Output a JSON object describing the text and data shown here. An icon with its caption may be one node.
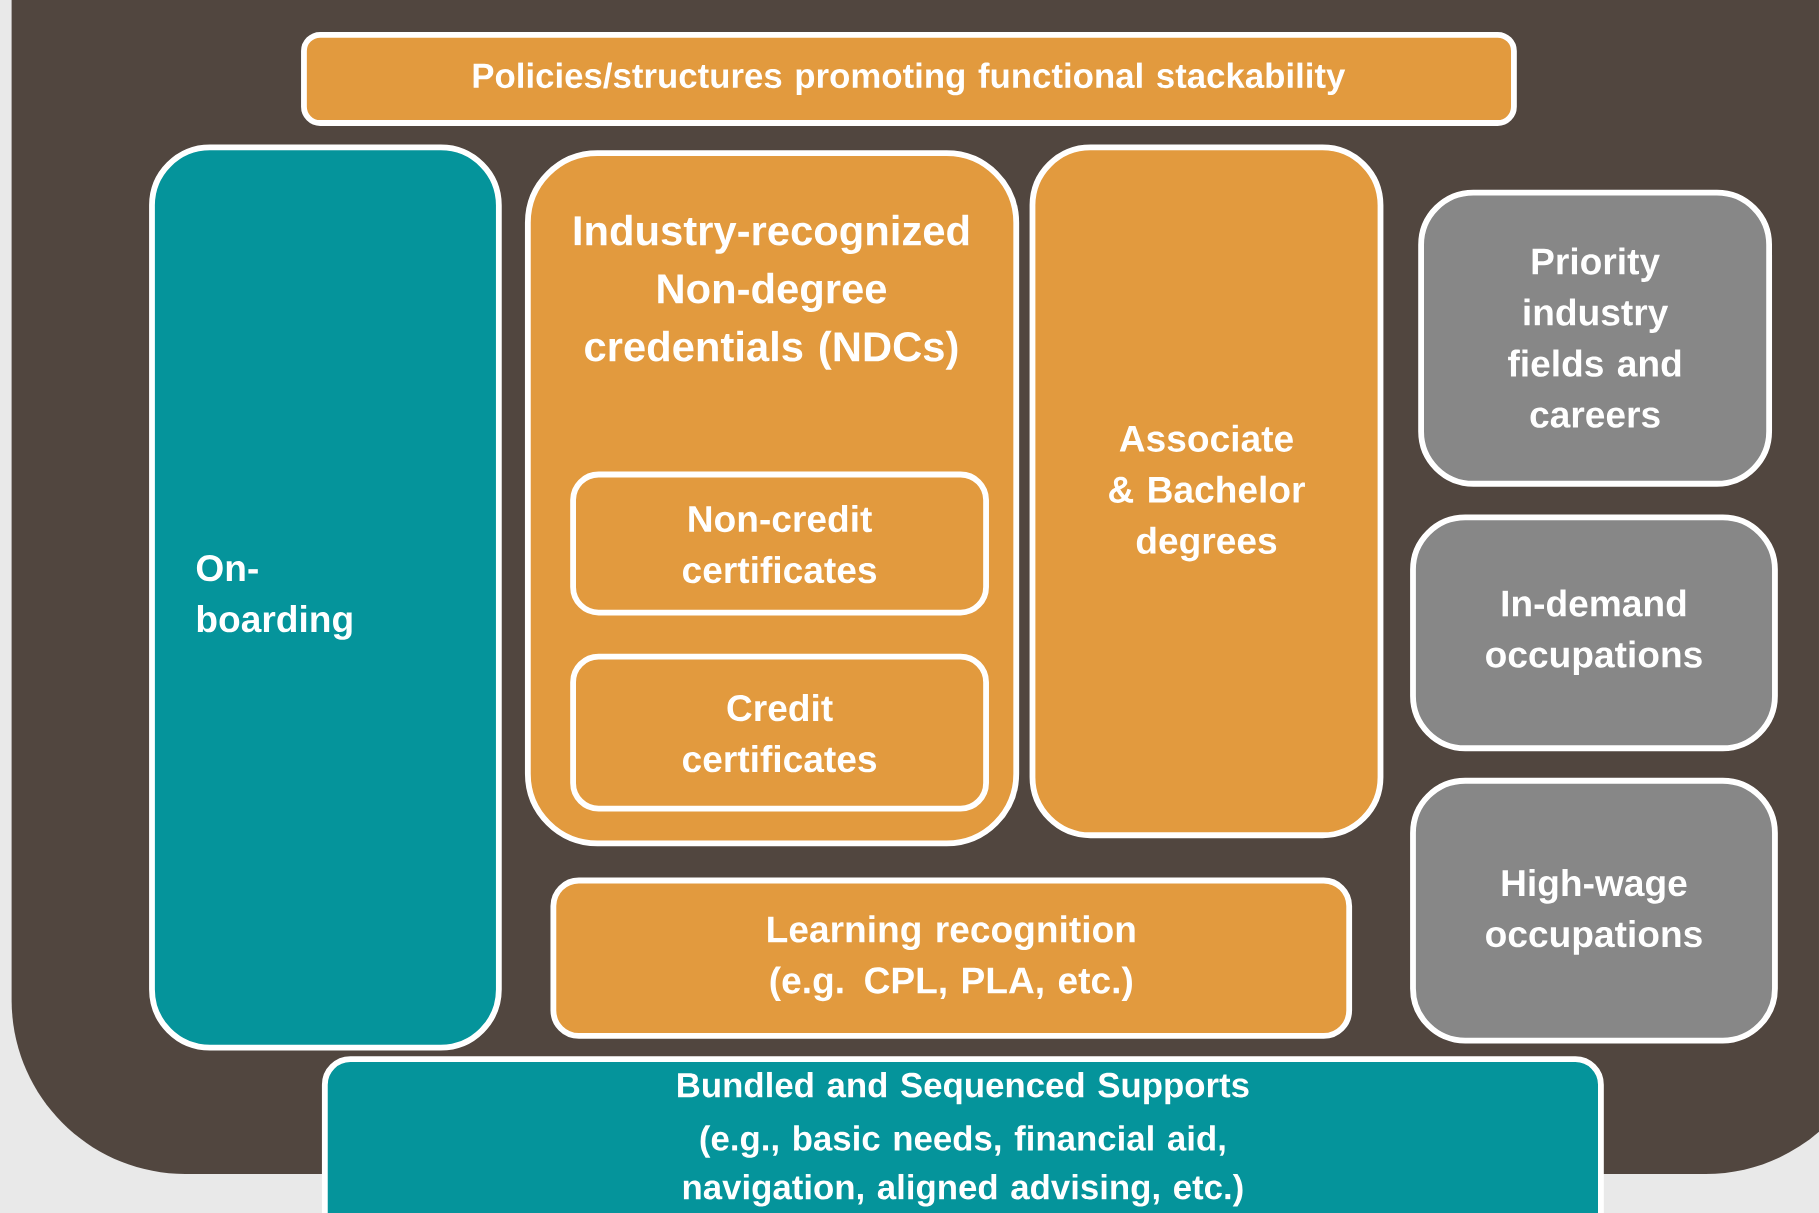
{
  "diagram": {
    "nodes": [
      {
        "text": [],
        "shape": "box"
      },
      {
        "text": [
          "Policies/structures promoting functional stackability"
        ],
        "in": 0
      },
      {
        "text": [
          "On-boarding"
        ],
        "in": 0
      },
      {
        "text": [
          "Industry-recognized Non-degree credentials (NDCs)"
        ],
        "in": 0
      },
      {
        "text": [
          "Non-credit certificates"
        ],
        "in": 3
      },
      {
        "text": [
          "Credit certificates"
        ],
        "in": 3
      },
      {
        "text": [
          "Associate & Bachelor degrees"
        ],
        "in": 0
      },
      {
        "text": [
          "Priority industry fields and careers"
        ],
        "in": 0
      },
      {
        "text": [
          "In-demand occupations"
        ],
        "in": 0
      },
      {
        "text": [
          "High-wage occupations"
        ],
        "in": 0
      },
      {
        "text": [
          "Learning recognition (e.g. CPL, PLA, etc.)"
        ],
        "in": 0
      },
      {
        "text": [
          "Bundled and Sequenced Supports",
          "(e.g., basic needs, financial aid, navigation, aligned advising, etc.)"
        ]
      }
    ]
  }
}
